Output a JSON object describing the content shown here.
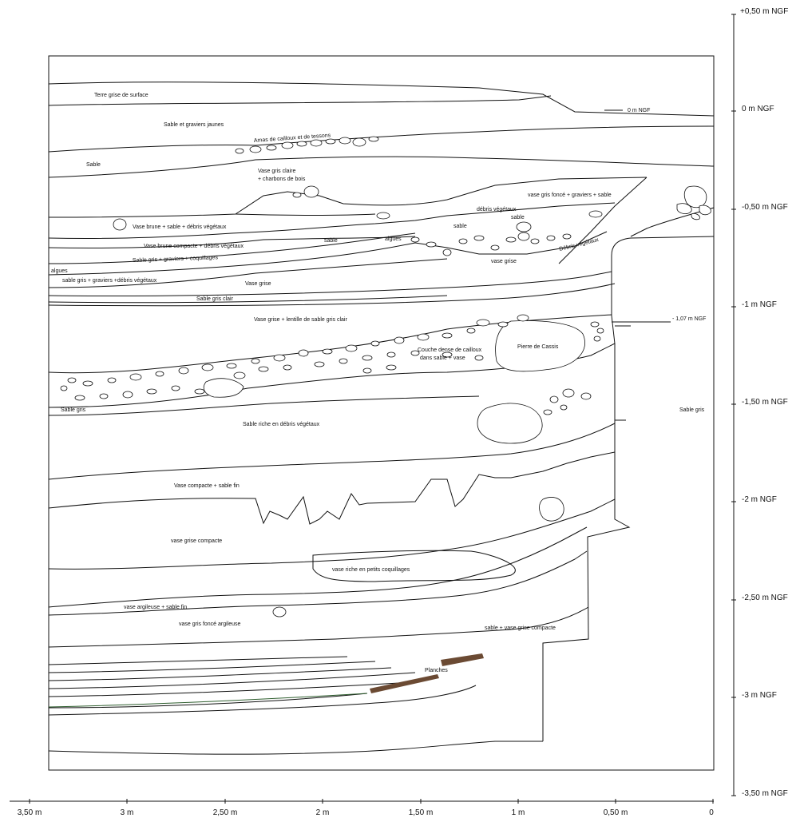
{
  "scale_right": {
    "ticks": [
      "+0,50 m NGF",
      "0 m NGF",
      "-0,50 m NGF",
      "-1 m NGF",
      "-1,50 m NGF",
      "-2 m NGF",
      "-2,50 m NGF",
      "-3 m NGF",
      "-3,50 m NGF"
    ]
  },
  "scale_bottom": {
    "ticks": [
      "3,50 m",
      "3 m",
      "2,50 m",
      "2 m",
      "1,50 m",
      "1 m",
      "0,50 m",
      "0"
    ]
  },
  "markers": {
    "zero": "0 m NGF",
    "minus_107": "- 1,07 m NGF"
  },
  "layers": {
    "terre_grise": "Terre grise de surface",
    "sable_graviers_jaunes": "Sable et graviers jaunes",
    "amas": "Amas de cailloux et de tessons",
    "sable": "Sable",
    "vase_gris_claire_1": "Vase gris claire",
    "vase_gris_claire_2": "+ charbons de bois",
    "vase_gris_fonce": "vase gris foncé + graviers + sable",
    "debris_vegetaux_1": "débris végétaux",
    "sable_small_1": "sable",
    "vase_brune": "Vase brune + sable + débris végétaux",
    "sable_small_2": "sable",
    "vase_brune_compacte": "Vase brune compacte + débris végétaux",
    "sable_small_3": "sable",
    "algues_1": "algues",
    "debris_vegetaux_2": "Débris végétaux",
    "sable_gris_graviers": "Sable gris + graviers + coquillages",
    "vase_grise_small": "vase grise",
    "algues_2": "algues",
    "sable_gris_graviers_debris": "sable gris + graviers +débris végétaux",
    "vase_grise": "Vase grise",
    "sable_gris_clair": "Sable gris clair",
    "vase_grise_lentille": "Vase grise + lentille de sable gris clair",
    "couche_dense_1": "Couche dense de cailloux",
    "couche_dense_2": "dans sable + vase",
    "pierre_cassis": "Pierre de Cassis",
    "sable_gris_left": "Sable gris",
    "sable_gris_right": "Sable gris",
    "sable_riche": "Sable riche en débris végétaux",
    "vase_compacte": "Vase compacte + sable fin",
    "vase_grise_compacte": "vase grise compacte",
    "vase_riche": "vase riche en petits coquillages",
    "vase_argileuse": "vase argileuse + sable fin",
    "vase_gris_fonce_argileuse": "vase gris foncé argileuse",
    "sable_vase": "sable + vase grise compacte",
    "planches": "Planches"
  },
  "colors": {
    "line": "#111111",
    "planks": "#6b4a33",
    "green_line": "#2e5e2e"
  }
}
